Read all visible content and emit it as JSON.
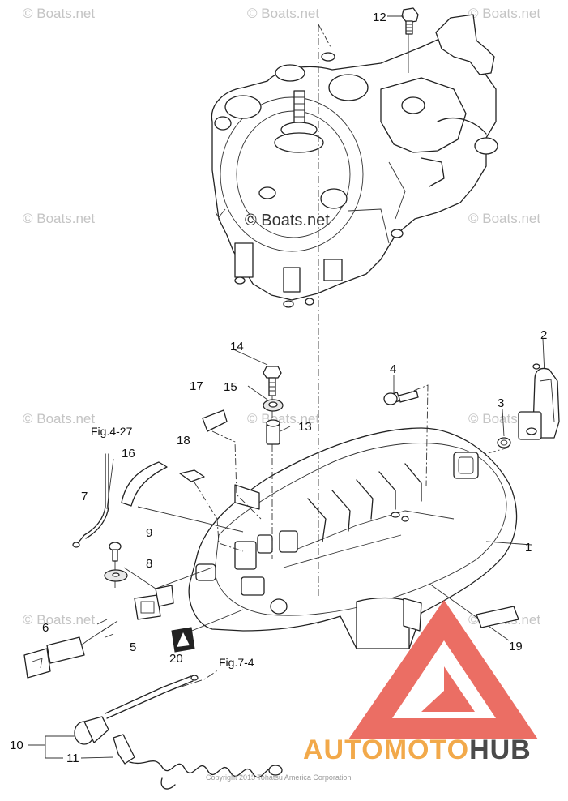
{
  "watermark": {
    "tile_text": "© Boats.net",
    "center_text": "© Boats.net"
  },
  "callouts": [
    {
      "id": "c1",
      "label": "1"
    },
    {
      "id": "c2",
      "label": "2"
    },
    {
      "id": "c3",
      "label": "3"
    },
    {
      "id": "c4",
      "label": "4"
    },
    {
      "id": "c5",
      "label": "5"
    },
    {
      "id": "c6",
      "label": "6"
    },
    {
      "id": "c7",
      "label": "7"
    },
    {
      "id": "c8",
      "label": "8"
    },
    {
      "id": "c9",
      "label": "9"
    },
    {
      "id": "c10",
      "label": "10"
    },
    {
      "id": "c11",
      "label": "11"
    },
    {
      "id": "c12",
      "label": "12"
    },
    {
      "id": "c13",
      "label": "13"
    },
    {
      "id": "c14",
      "label": "14"
    },
    {
      "id": "c15",
      "label": "15"
    },
    {
      "id": "c16",
      "label": "16"
    },
    {
      "id": "c17",
      "label": "17"
    },
    {
      "id": "c18",
      "label": "18"
    },
    {
      "id": "c19",
      "label": "19"
    },
    {
      "id": "c20",
      "label": "20"
    }
  ],
  "references": {
    "fig_4_27": "Fig.4-27",
    "fig_7_4": "Fig.7-4"
  },
  "copyright": "Copyright 2015 Tohatsu America Corporation",
  "brand": {
    "part_a": "AUTOMOTO",
    "part_b": "HUB",
    "color_a": "#f2a94a",
    "color_b": "#4a4a4a",
    "logo_color": "#e85a4f"
  }
}
